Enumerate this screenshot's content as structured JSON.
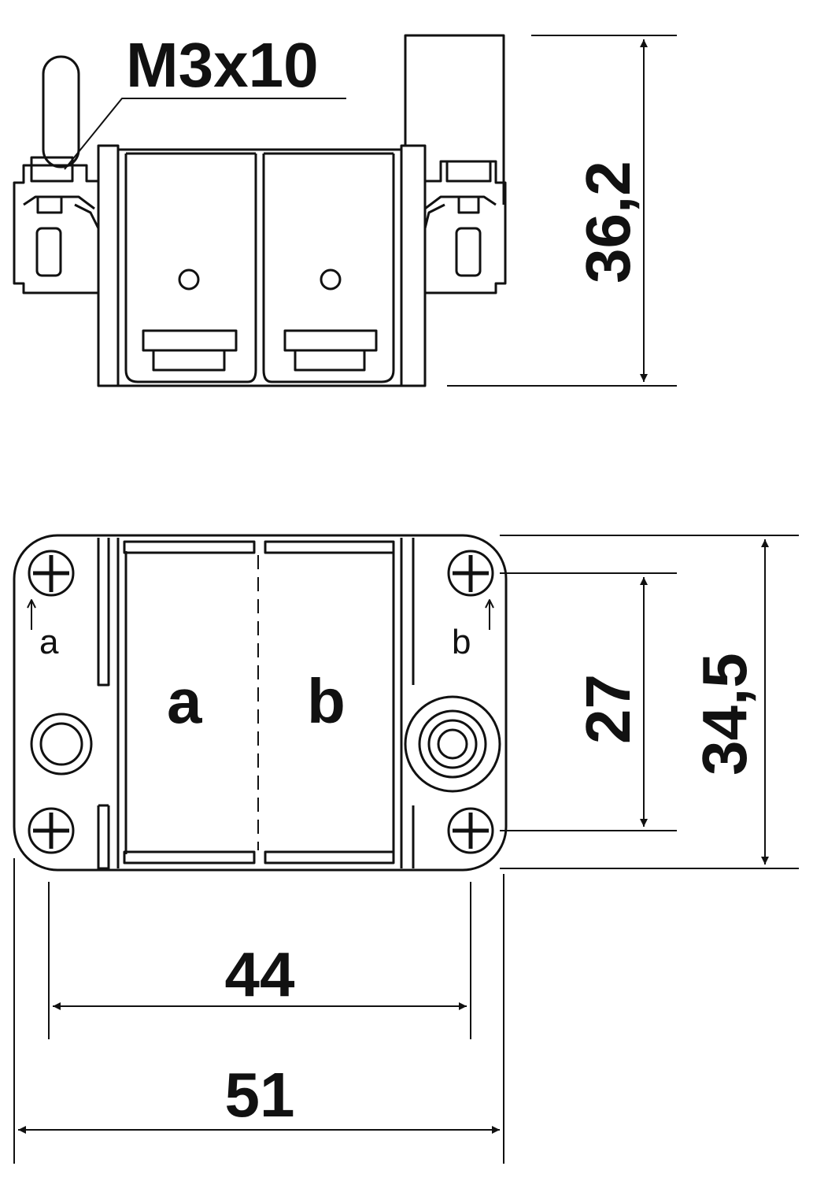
{
  "side_view": {
    "screw_label": "M3x10",
    "height_dim": "36,2"
  },
  "top_view": {
    "label_a_big": "a",
    "label_b_big": "b",
    "label_a_small": "a",
    "label_b_small": "b",
    "dim_27": "27",
    "dim_34_5": "34,5",
    "dim_44": "44",
    "dim_51": "51"
  },
  "colors": {
    "line": "#111111",
    "background": "#ffffff"
  }
}
